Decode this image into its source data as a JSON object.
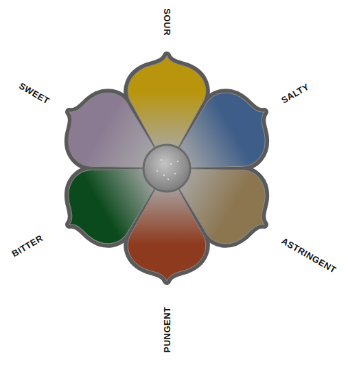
{
  "diagram": {
    "labels": [
      "SOUR",
      "SALTY",
      "ASTRINGENT",
      "PUNGENT",
      "BITTER",
      "SWEET"
    ]
  }
}
